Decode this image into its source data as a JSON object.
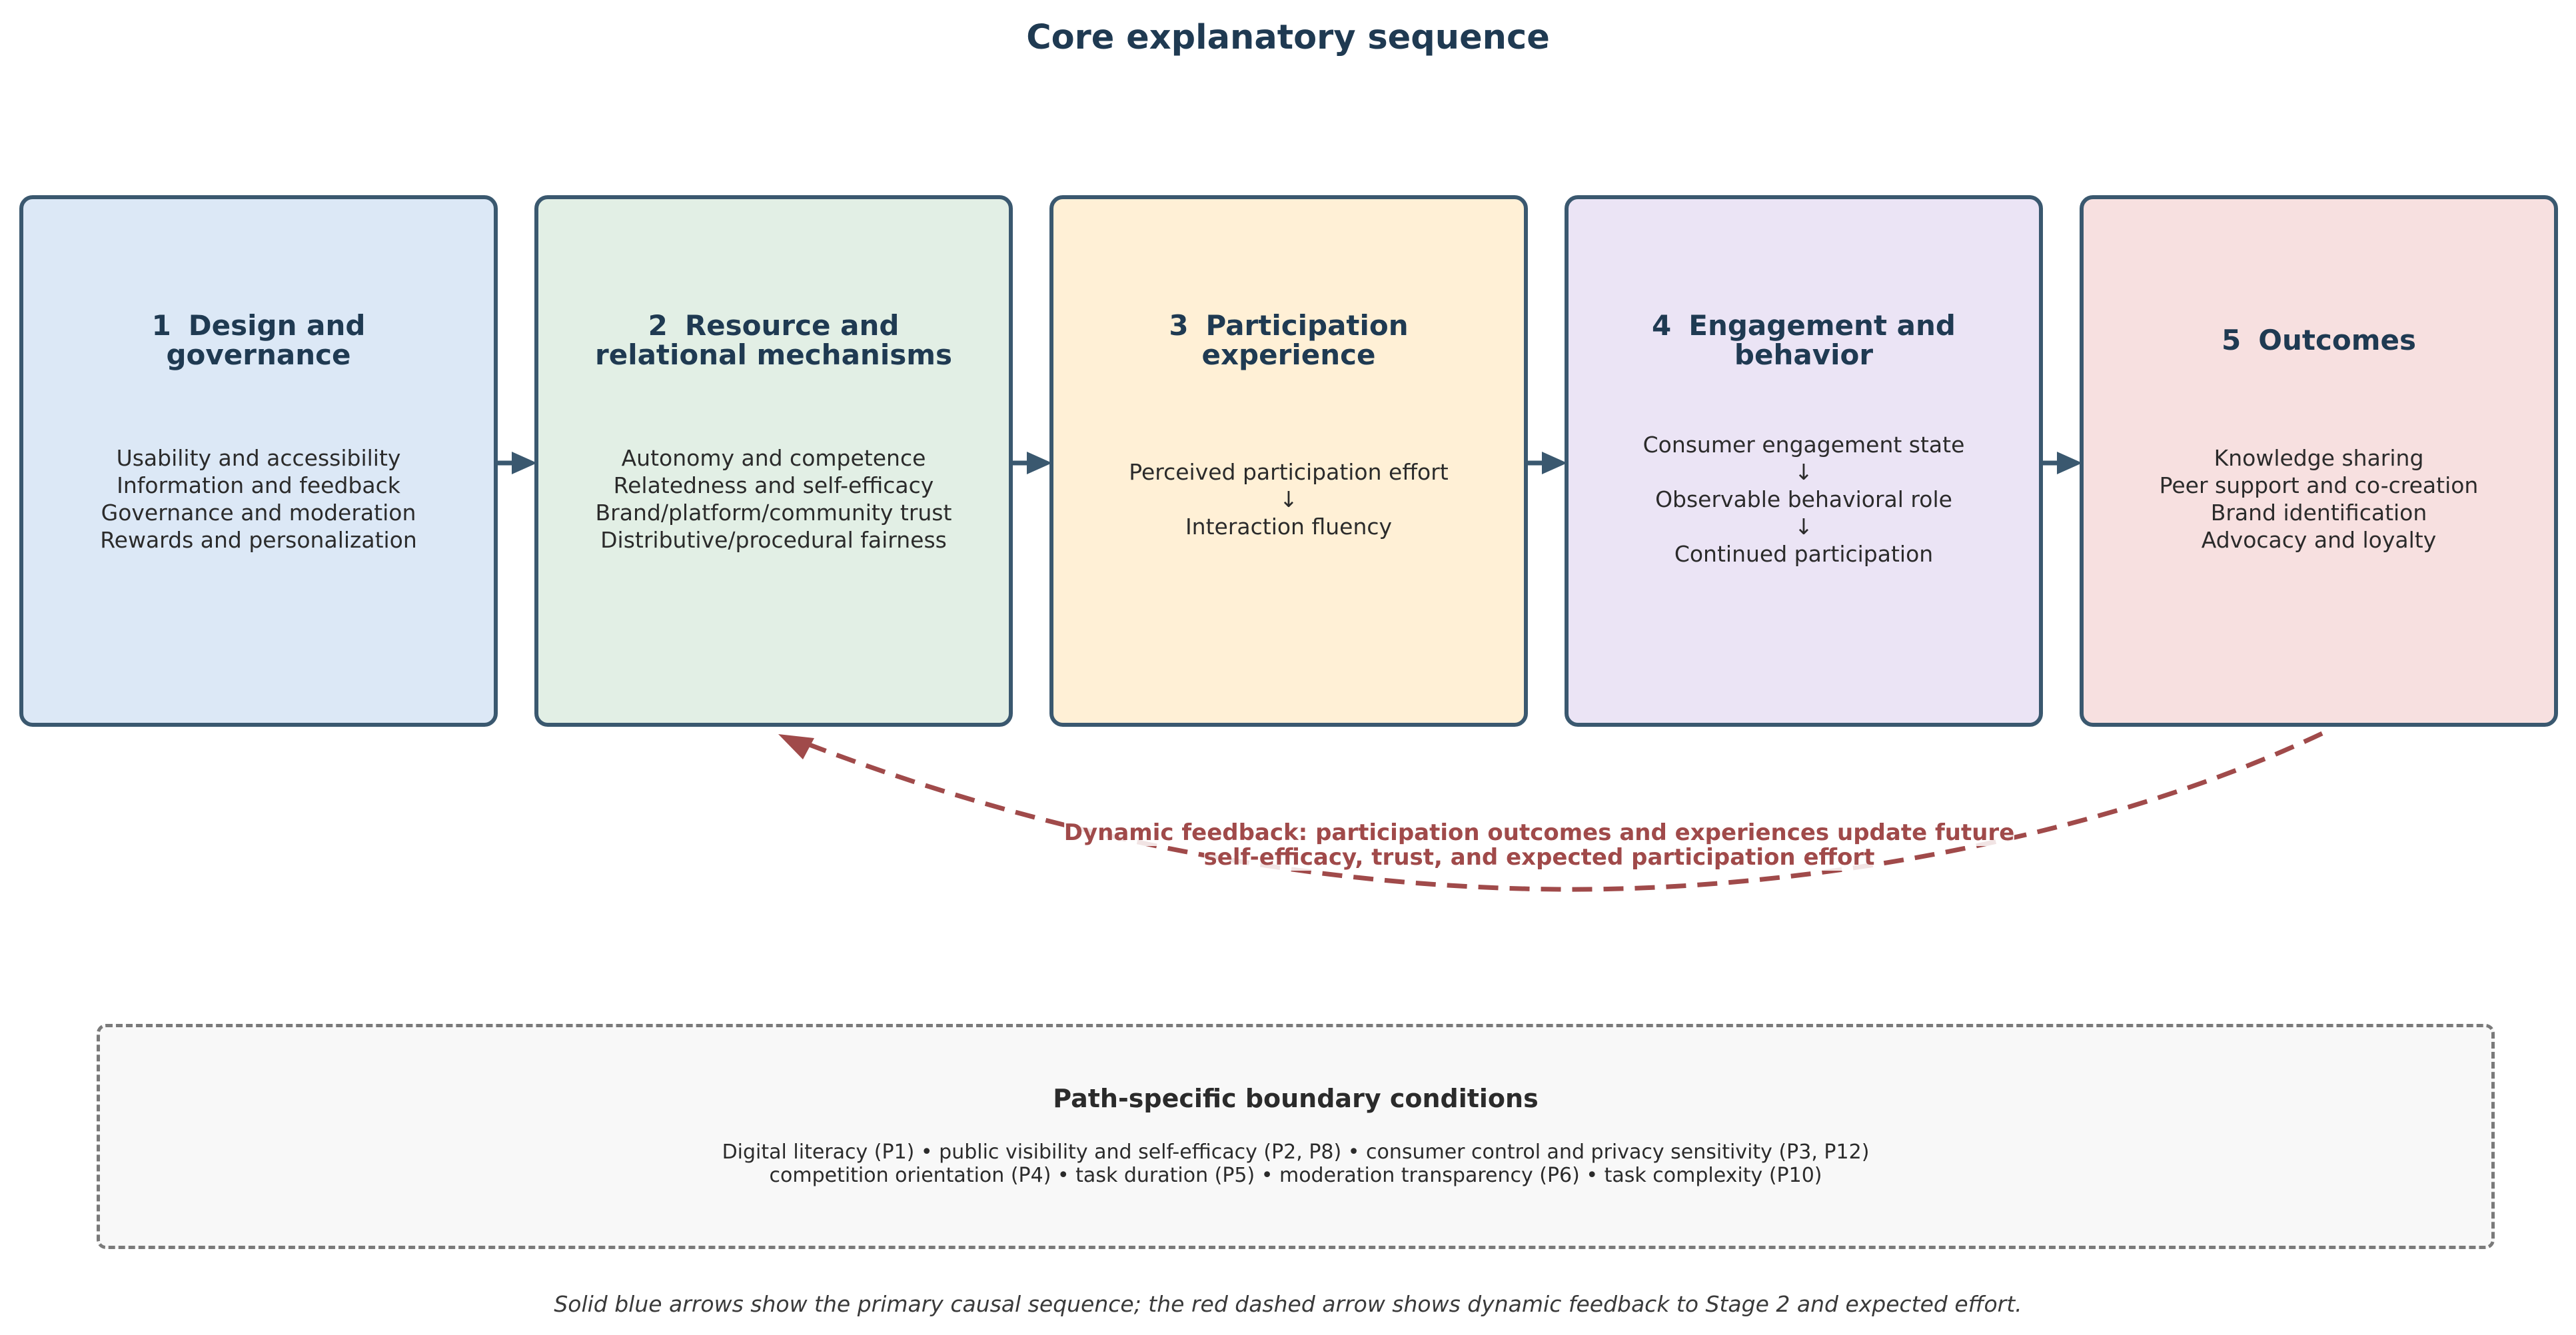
{
  "title": "Core explanatory sequence",
  "colors": {
    "stage_border": "#3a586f",
    "primary_arrow": "#3a586f",
    "feedback": "#a04a4a",
    "stage_fills": [
      "#dce8f6",
      "#e2efe5",
      "#fff0d6",
      "#ebe4f5",
      "#f7e0e0"
    ]
  },
  "stages": [
    {
      "number": "1",
      "title_lines": [
        "Design and",
        "governance"
      ],
      "items": [
        "Usability and accessibility",
        "Information and feedback",
        "Governance and moderation",
        "Rewards and personalization"
      ]
    },
    {
      "number": "2",
      "title_lines": [
        "Resource and",
        "relational mechanisms"
      ],
      "items": [
        "Autonomy and competence",
        "Relatedness and self-efficacy",
        "Brand/platform/community trust",
        "Distributive/procedural fairness"
      ]
    },
    {
      "number": "3",
      "title_lines": [
        "Participation",
        "experience"
      ],
      "items": [
        "Perceived participation effort",
        "↓",
        "Interaction fluency"
      ]
    },
    {
      "number": "4",
      "title_lines": [
        "Engagement and",
        "behavior"
      ],
      "items": [
        "Consumer engagement state",
        "↓",
        "Observable behavioral role",
        "↓",
        "Continued participation"
      ]
    },
    {
      "number": "5",
      "title_lines": [
        "Outcomes"
      ],
      "items": [
        "Knowledge sharing",
        "Peer support and co-creation",
        "Brand identification",
        "Advocacy and loyalty"
      ]
    }
  ],
  "feedback": {
    "lines": [
      "Dynamic feedback: participation outcomes and experiences update future",
      "self-efficacy, trust, and expected participation effort"
    ]
  },
  "boundary": {
    "title": "Path-specific boundary conditions",
    "lines": [
      "Digital literacy (P1)  •  public visibility and self-efficacy (P2, P8)  •  consumer control and privacy sensitivity (P3, P12)",
      "competition orientation (P4)  •  task duration (P5)  •  moderation transparency (P6)  •  task complexity (P10)"
    ]
  },
  "caption": "Solid blue arrows show the primary causal sequence; the red dashed arrow shows dynamic feedback to Stage 2 and expected effort."
}
